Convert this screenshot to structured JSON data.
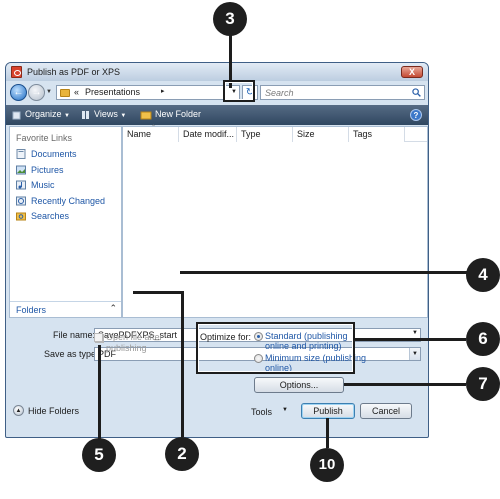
{
  "window": {
    "title": "Publish as PDF or XPS",
    "close_label": "X"
  },
  "address": {
    "prefix": "«",
    "path": "Presentations",
    "arrow": "▸"
  },
  "search": {
    "placeholder": "Search"
  },
  "toolbar": {
    "organize": "Organize",
    "views": "Views",
    "new_folder": "New Folder",
    "help": "?"
  },
  "left_pane": {
    "header": "Favorite Links",
    "items": [
      {
        "label": "Documents",
        "icon": "documents-icon"
      },
      {
        "label": "Pictures",
        "icon": "pictures-icon"
      },
      {
        "label": "Music",
        "icon": "music-icon"
      },
      {
        "label": "Recently Changed",
        "icon": "recent-icon"
      },
      {
        "label": "Searches",
        "icon": "searches-icon"
      }
    ],
    "folders_label": "Folders"
  },
  "file_list": {
    "columns": [
      "Name",
      "Date modif...",
      "Type",
      "Size",
      "Tags"
    ]
  },
  "form": {
    "file_name_label": "File name:",
    "file_name_value": "SavePDFXPS_start",
    "save_type_label": "Save as type:",
    "save_type_value": "PDF",
    "open_after_label_1": "Open file after",
    "open_after_label_2": "publishing",
    "optimize_label": "Optimize for:",
    "standard_label_1": "Standard (publishing",
    "standard_label_2": "online and printing)",
    "minimum_label_1": "Minimum size (publishing",
    "minimum_label_2": "online)",
    "options_button": "Options...",
    "hide_folders": "Hide Folders",
    "tools": "Tools",
    "publish_button": "Publish",
    "cancel_button": "Cancel"
  },
  "callouts": [
    "3",
    "4",
    "6",
    "7",
    "5",
    "2",
    "10"
  ],
  "colors": {
    "toolbar": "#3e556f",
    "link": "#1f57a6",
    "callout": "#1f1f1f"
  }
}
